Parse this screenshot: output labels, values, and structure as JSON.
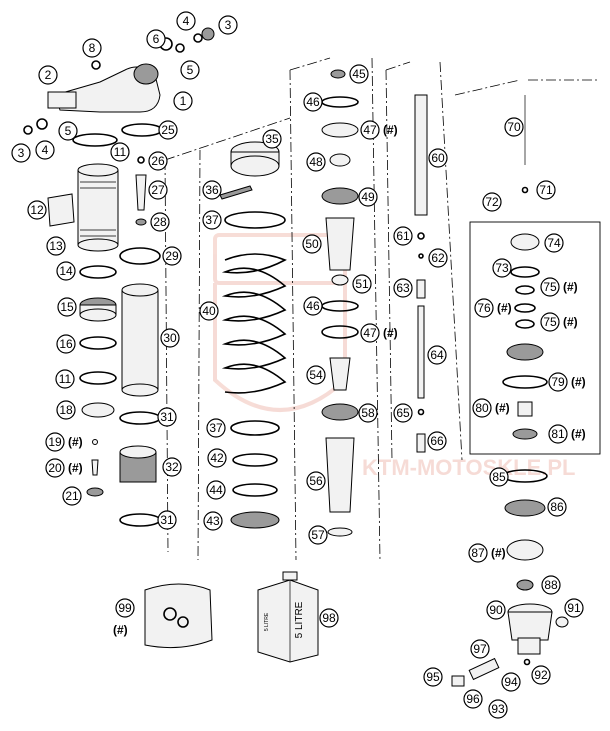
{
  "watermark_text": "KTM-MOTOSKLE.PL",
  "oil_can": {
    "label": "5 LITRE",
    "side_label": "5 LITRE"
  },
  "hash_tag": "(#)",
  "callouts": [
    {
      "num": "1"
    },
    {
      "num": "2"
    },
    {
      "num": "3"
    },
    {
      "num": "3"
    },
    {
      "num": "4"
    },
    {
      "num": "4"
    },
    {
      "num": "5"
    },
    {
      "num": "5"
    },
    {
      "num": "6"
    },
    {
      "num": "8"
    },
    {
      "num": "11"
    },
    {
      "num": "11"
    },
    {
      "num": "12"
    },
    {
      "num": "13"
    },
    {
      "num": "14"
    },
    {
      "num": "15"
    },
    {
      "num": "16"
    },
    {
      "num": "18"
    },
    {
      "num": "19",
      "tag": "(#)"
    },
    {
      "num": "20",
      "tag": "(#)"
    },
    {
      "num": "21"
    },
    {
      "num": "25"
    },
    {
      "num": "26"
    },
    {
      "num": "27"
    },
    {
      "num": "28"
    },
    {
      "num": "29"
    },
    {
      "num": "30"
    },
    {
      "num": "31"
    },
    {
      "num": "31"
    },
    {
      "num": "32"
    },
    {
      "num": "35"
    },
    {
      "num": "36"
    },
    {
      "num": "37"
    },
    {
      "num": "37"
    },
    {
      "num": "40"
    },
    {
      "num": "42"
    },
    {
      "num": "43"
    },
    {
      "num": "44"
    },
    {
      "num": "45"
    },
    {
      "num": "46"
    },
    {
      "num": "46"
    },
    {
      "num": "47",
      "tag": "(#)"
    },
    {
      "num": "47",
      "tag": "(#)"
    },
    {
      "num": "48"
    },
    {
      "num": "49"
    },
    {
      "num": "50"
    },
    {
      "num": "51"
    },
    {
      "num": "54"
    },
    {
      "num": "56"
    },
    {
      "num": "57"
    },
    {
      "num": "58"
    },
    {
      "num": "60"
    },
    {
      "num": "61"
    },
    {
      "num": "62"
    },
    {
      "num": "63"
    },
    {
      "num": "64"
    },
    {
      "num": "65"
    },
    {
      "num": "66"
    },
    {
      "num": "70"
    },
    {
      "num": "71"
    },
    {
      "num": "72"
    },
    {
      "num": "73"
    },
    {
      "num": "74"
    },
    {
      "num": "75",
      "tag": "(#)"
    },
    {
      "num": "75",
      "tag": "(#)"
    },
    {
      "num": "76",
      "tag": "(#)"
    },
    {
      "num": "79",
      "tag": "(#)"
    },
    {
      "num": "80",
      "tag": "(#)"
    },
    {
      "num": "81",
      "tag": "(#)"
    },
    {
      "num": "85"
    },
    {
      "num": "86"
    },
    {
      "num": "87",
      "tag": "(#)"
    },
    {
      "num": "88"
    },
    {
      "num": "90"
    },
    {
      "num": "91"
    },
    {
      "num": "92"
    },
    {
      "num": "93"
    },
    {
      "num": "94"
    },
    {
      "num": "95"
    },
    {
      "num": "96"
    },
    {
      "num": "97"
    },
    {
      "num": "98"
    },
    {
      "num": "99",
      "tag": "(#)"
    }
  ]
}
